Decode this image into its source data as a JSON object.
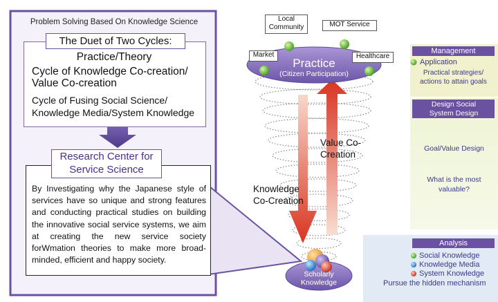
{
  "left_panel": {
    "title": "Problem Solving Based On Knowledge Science",
    "duet_title": "The Duet of Two Cycles:",
    "duet_line1": "Practice/Theory",
    "duet_line2": "Cycle of Knowledge Co-creation/ Value Co-creation",
    "duet_line3": "Cycle of Fusing Social Science/ Knowledge Media/System Knowledge",
    "research_center": "Research Center for Service Science",
    "body": "By Investigating why the Japanese style of services have so unique and strong features and conducting practical studies on building the innovative social service systems, we aim at creating the new service society forWmation theories to make more broad-minded, efficient and happy society."
  },
  "cycle": {
    "practice": "Practice",
    "citizen": "(Citizen Participation)",
    "labels": {
      "local_community": "Local Community",
      "mot_service": "MOT Service",
      "market": "Market",
      "healthcare": "Healthcare"
    },
    "value_cocreation": "Value Co-Creation",
    "knowledge_cocreation": "Knowledge Co-Creation",
    "scholarly": "Scholarly Knowledge"
  },
  "right_panel": {
    "management": {
      "header": "Management",
      "item": "Application",
      "text": "Practical strategies/ actions to attain goals"
    },
    "design": {
      "header": "Design Social System Design",
      "goal": "Goal/Value Design",
      "question": "What is the most valuable?"
    },
    "analysis": {
      "header": "Analysis",
      "items": [
        "Social Knowledge",
        "Knowledge Media",
        "System Knowledge"
      ],
      "footer": "Pursue the hidden mechanism"
    }
  },
  "colors": {
    "purple": "#6a52a0",
    "management_bg": "#f2f1cd",
    "design_bg": "#eef4d4",
    "analysis_bg": "#e2ebf5",
    "arrow_red": "#dd3a26"
  }
}
